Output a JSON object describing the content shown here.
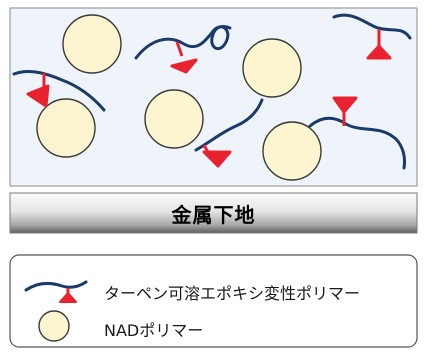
{
  "substrate": {
    "label": "金属下地"
  },
  "legend": {
    "items": [
      {
        "symbol": "polymer-chain-with-anchor",
        "label": "ターペン可溶エポキシ変性ポリマー"
      },
      {
        "symbol": "nad-particle",
        "label": "NADポリマー"
      }
    ]
  },
  "colors": {
    "coating_background": "#eef4f9",
    "particle_fill": "#fdf5cf",
    "particle_stroke": "#3a3a3a",
    "polymer_chain": "#1a3a6a",
    "anchor_group": "#e8222e",
    "substrate_light": "#f2f2f2",
    "substrate_dark": "#6b6b6b"
  }
}
